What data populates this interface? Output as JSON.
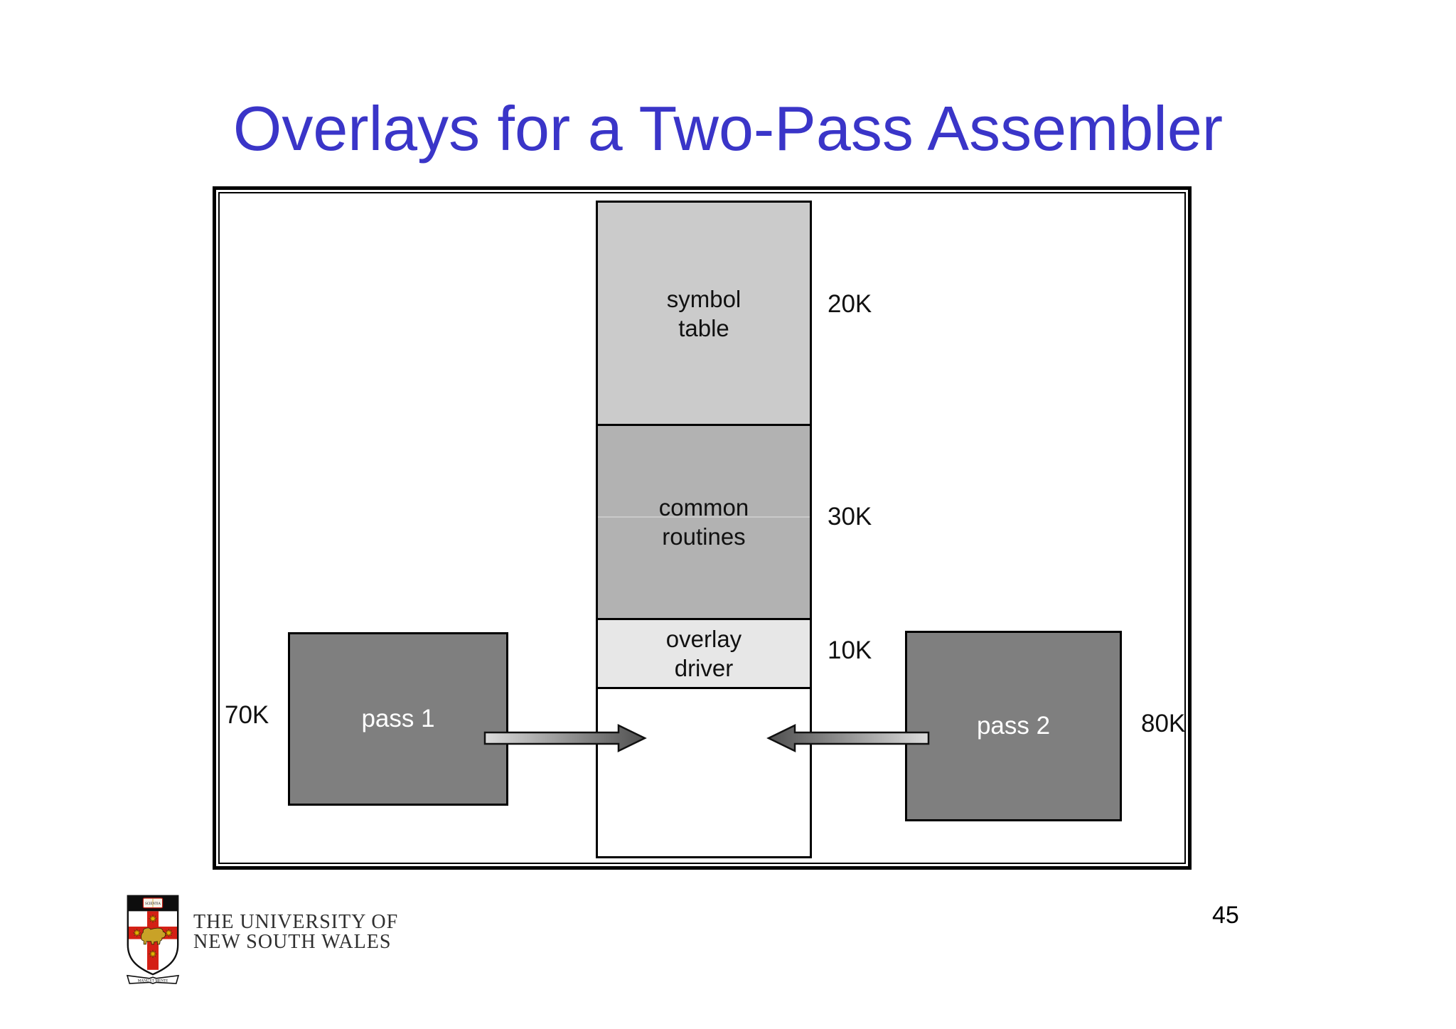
{
  "slide": {
    "title": "Overlays for a Two-Pass Assembler",
    "page_number": "45"
  },
  "memory_map": {
    "sections": [
      {
        "id": "symbol-table",
        "label": "symbol\ntable",
        "size": "20K"
      },
      {
        "id": "common-routines",
        "label": "common\nroutines",
        "size": "30K"
      },
      {
        "id": "overlay-driver",
        "label": "overlay\ndriver",
        "size": "10K"
      },
      {
        "id": "overlay-area",
        "label": "",
        "size": ""
      }
    ]
  },
  "overlays": [
    {
      "label": "pass 1",
      "size": "70K"
    },
    {
      "label": "pass 2",
      "size": "80K"
    }
  ],
  "footer": {
    "institution": "THE UNIVERSITY OF\nNEW SOUTH WALES",
    "logo_book_text": "SCIENTIA",
    "logo_motto": "MANU ET MENTE"
  },
  "colors": {
    "title_blue": "#3a35c8",
    "symbol_table_fill": "#cbcbcb",
    "common_routines_fill": "#b2b2b2",
    "overlay_driver_fill": "#e7e7e7",
    "pass_box_fill": "#7f7f7f",
    "pass_box_text": "#ffffff",
    "border_black": "#000000",
    "arrow_dark": "#4f4f4f",
    "arrow_light": "#dcdcdc",
    "logo_red": "#d42015",
    "logo_gold": "#e0b000"
  }
}
